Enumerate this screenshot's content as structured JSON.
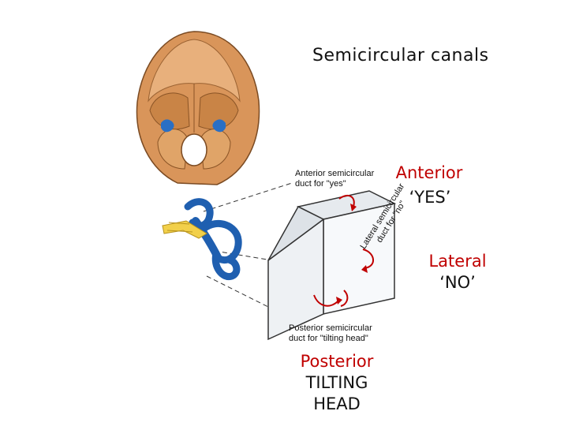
{
  "title": "Semicircular canals",
  "labels": {
    "anterior_name": "Anterior",
    "anterior_action": "‘YES’",
    "lateral_name": "Lateral",
    "lateral_action": "‘NO’",
    "posterior_name": "Posterior",
    "posterior_action_1": "TILTING",
    "posterior_action_2": "HEAD"
  },
  "figure": {
    "anterior_duct_1": "Anterior semicircular",
    "anterior_duct_2": "duct for \"yes\"",
    "lateral_duct_1": "Lateral semicircular",
    "lateral_duct_2": "duct for \"no\"",
    "posterior_duct_1": "Posterior semicircular",
    "posterior_duct_2": "duct for \"tilting head\""
  },
  "colors": {
    "label_red": "#c00000",
    "bone": "#d9955a",
    "canal_blue": "#2a6fc4",
    "nerve_yellow": "#f2d04a"
  }
}
